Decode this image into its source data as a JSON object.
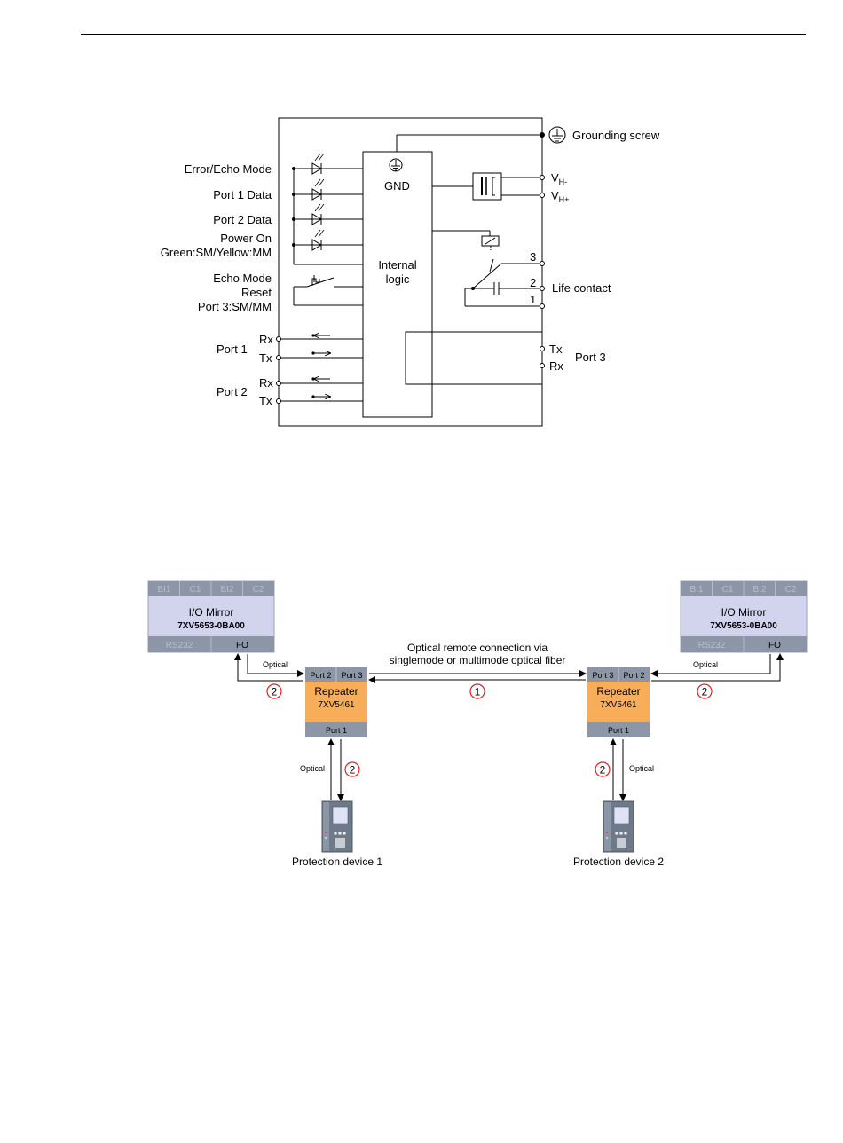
{
  "top": {
    "labels": {
      "error_echo": "Error/Echo Mode",
      "port1_data": "Port 1 Data",
      "port2_data": "Port 2 Data",
      "power_on": "Power On",
      "power_on_colors": "Green:SM/Yellow:MM",
      "echo_mode": "Echo Mode",
      "reset": "Reset",
      "port3_mode": "Port 3:SM/MM",
      "port1": "Port 1",
      "port2": "Port 2",
      "rx": "Rx",
      "tx": "Tx",
      "gnd": "GND",
      "internal": "Internal",
      "logic": "logic",
      "grounding_screw": "Grounding screw",
      "v_main": "V",
      "vh_minus_sub": "H-",
      "vh_plus_sub": "H+",
      "pin3": "3",
      "pin2": "2",
      "pin1": "1",
      "life_contact": "Life contact",
      "port3": "Port 3"
    }
  },
  "bottom": {
    "mirror": {
      "title": "I/O Mirror",
      "model": "7XV5653-0BA00",
      "top_cells": [
        "BI1",
        "C1",
        "BI2",
        "C2"
      ],
      "rs232": "RS232",
      "fo": "FO"
    },
    "repeater": {
      "title": "Repeater",
      "model": "7XV5461",
      "port1": "Port 1",
      "port2": "Port 2",
      "port3": "Port 3"
    },
    "optical_link": {
      "line1": "Optical remote connection via",
      "line2": "singlemode or multimode optical fiber"
    },
    "optical": "Optical",
    "marker1": "1",
    "marker2": "2",
    "device1": "Protection device 1",
    "device2": "Protection device 2"
  },
  "colors": {
    "mirror_body": "#d2d4ee",
    "cell_gray": "#8c96a6",
    "repeater_orange": "#f8ad58",
    "marker_red": "#e02020"
  }
}
